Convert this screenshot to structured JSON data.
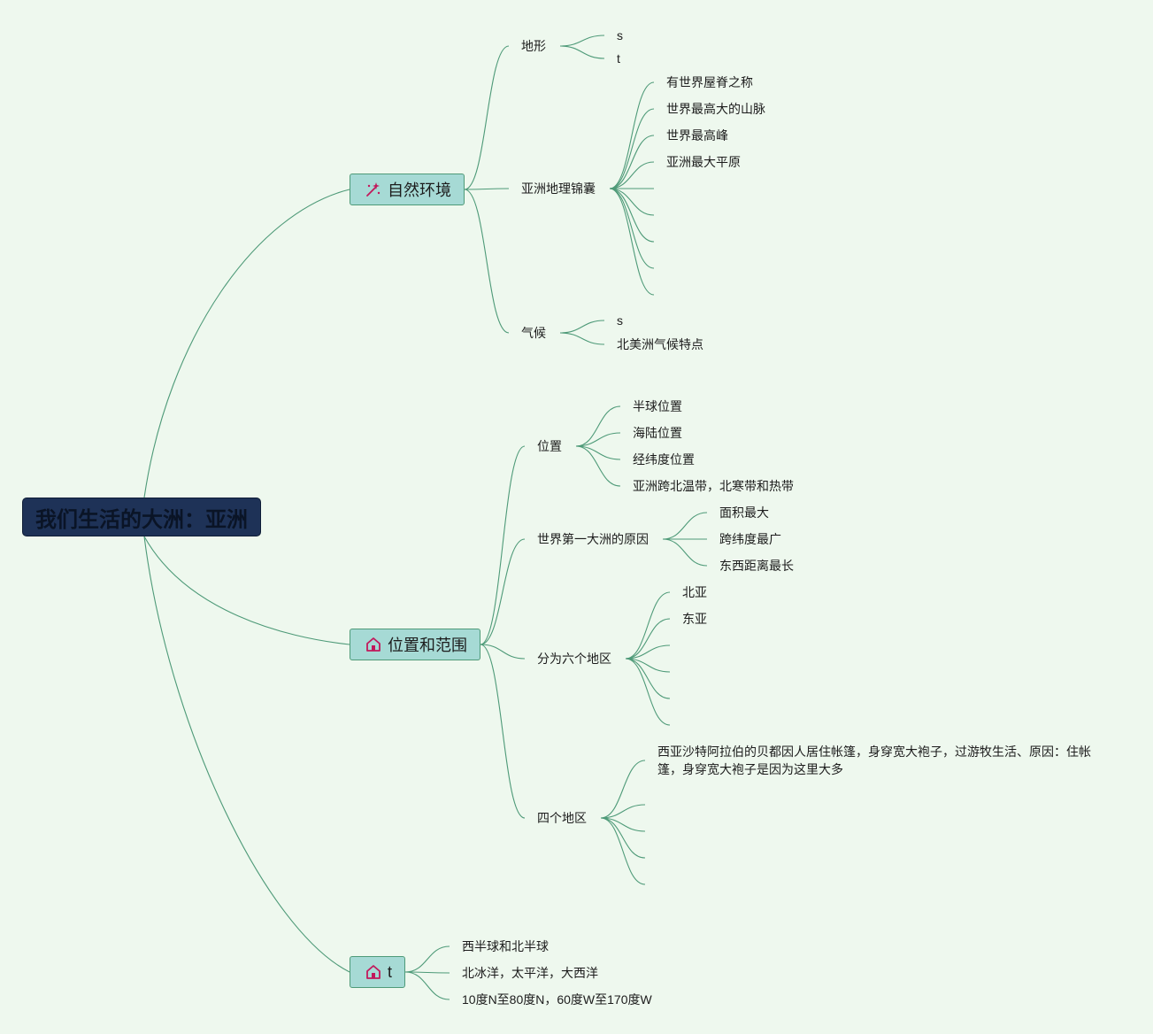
{
  "root": {
    "label": "我们生活的大洲：亚洲"
  },
  "branches": [
    {
      "label": "自然环境",
      "icon": "magic-wand-icon",
      "children": [
        {
          "label": "地形",
          "children": [
            "s",
            "t"
          ]
        },
        {
          "label": "亚洲地理锦囊",
          "children": [
            "有世界屋脊之称",
            "世界最高大的山脉",
            "世界最高峰",
            "亚洲最大平原",
            "",
            "",
            "",
            "",
            ""
          ]
        },
        {
          "label": "气候",
          "children": [
            "s",
            "北美洲气候特点"
          ]
        }
      ]
    },
    {
      "label": "位置和范围",
      "icon": "home-icon",
      "children": [
        {
          "label": "位置",
          "children": [
            "半球位置",
            "海陆位置",
            "经纬度位置",
            "亚洲跨北温带，北寒带和热带"
          ]
        },
        {
          "label": "世界第一大洲的原因",
          "children": [
            "面积最大",
            "跨纬度最广",
            "东西距离最长"
          ]
        },
        {
          "label": "分为六个地区",
          "children": [
            "北亚",
            "东亚",
            "",
            "",
            "",
            ""
          ]
        },
        {
          "label": "四个地区",
          "children": [
            "西亚沙特阿拉伯的贝都因人居住帐篷，身穿宽大袍子，过游牧生活、原因：住帐篷，身穿宽大袍子是因为这里大多",
            "",
            "",
            "",
            ""
          ]
        }
      ]
    },
    {
      "label": "t",
      "icon": "home-icon",
      "children": [
        "西半球和北半球",
        "北冰洋，太平洋，大西洋",
        "10度N至80度N，60度W至170度W"
      ]
    }
  ],
  "colors": {
    "background": "#eef8ee",
    "root_fill": "#1e3257",
    "main_fill": "#a6dad5",
    "line": "#4e9a78",
    "icon_accent": "#c2185b"
  }
}
